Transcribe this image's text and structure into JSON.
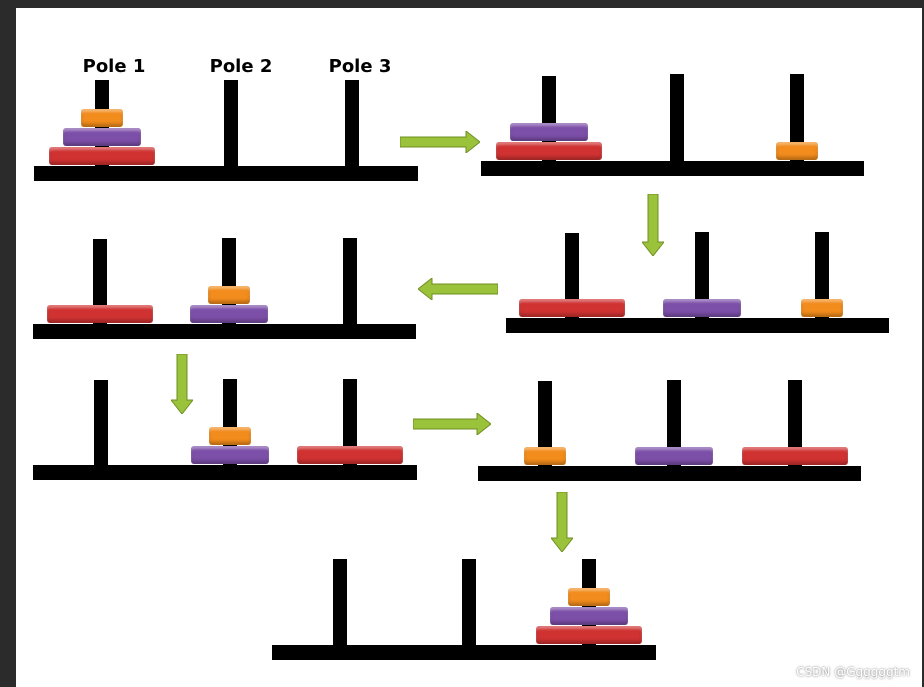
{
  "labels": {
    "pole1": "Pole 1",
    "pole2": "Pole 2",
    "pole3": "Pole 3"
  },
  "colors": {
    "small": "#f28c1c",
    "medium": "#7c4fa8",
    "large": "#d03232",
    "arrow": "#9bc23b",
    "pole": "#000000"
  },
  "states": [
    {
      "step": 1,
      "poles": [
        [
          "large",
          "medium",
          "small"
        ],
        [],
        []
      ]
    },
    {
      "step": 2,
      "poles": [
        [
          "large",
          "medium"
        ],
        [],
        [
          "small"
        ]
      ]
    },
    {
      "step": 3,
      "poles": [
        [
          "large"
        ],
        [
          "medium"
        ],
        [
          "small"
        ]
      ]
    },
    {
      "step": 4,
      "poles": [
        [
          "large"
        ],
        [
          "medium",
          "small"
        ],
        []
      ]
    },
    {
      "step": 5,
      "poles": [
        [],
        [
          "medium",
          "small"
        ],
        [
          "large"
        ]
      ]
    },
    {
      "step": 6,
      "poles": [
        [
          "small"
        ],
        [
          "medium"
        ],
        [
          "large"
        ]
      ]
    },
    {
      "step": 7,
      "poles": [
        [],
        [],
        [
          "large",
          "medium",
          "small"
        ]
      ]
    }
  ],
  "watermark": "CSDN @Ggggggtm"
}
